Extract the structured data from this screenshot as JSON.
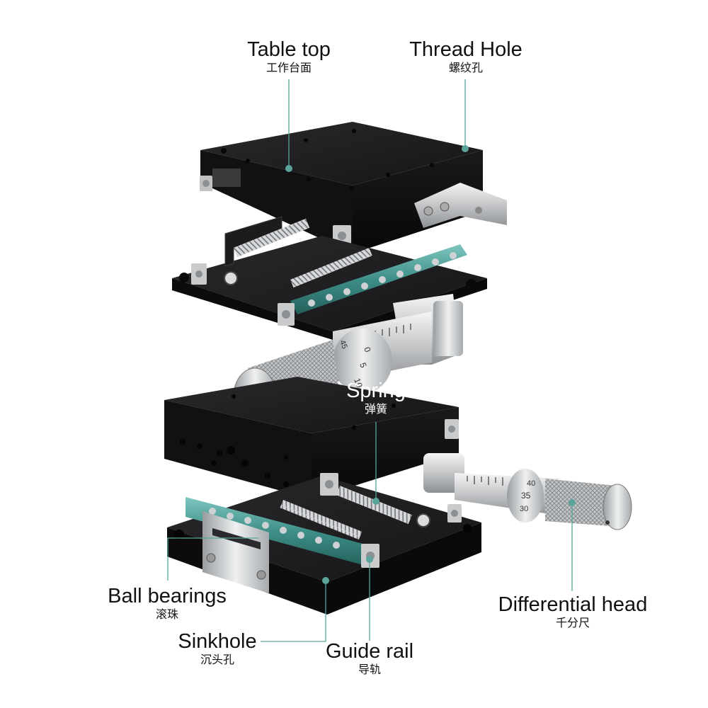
{
  "labels": {
    "table_top": {
      "en": "Table top",
      "zh": "工作台面"
    },
    "thread_hole": {
      "en": "Thread Hole",
      "zh": "螺纹孔"
    },
    "spring": {
      "en": "Spring",
      "zh": "弹簧"
    },
    "ball_bearings": {
      "en": "Ball bearings",
      "zh": "滚珠"
    },
    "differential_head": {
      "en": "Differential head",
      "zh": "千分尺"
    },
    "sinkhole": {
      "en": "Sinkhole",
      "zh": "沉头孔"
    },
    "guide_rail": {
      "en": "Guide rail",
      "zh": "导轨"
    }
  },
  "micrometer_upper": {
    "ticks": [
      "45",
      "0",
      "5",
      "10"
    ]
  },
  "micrometer_lower": {
    "ticks": [
      "40",
      "35",
      "30"
    ]
  },
  "colors": {
    "plate": "#1b1b1d",
    "plate_side": "#0d0d0e",
    "teal": "#3e8f88",
    "silver": "#c9cbcd",
    "leader": "#5aa49c"
  }
}
